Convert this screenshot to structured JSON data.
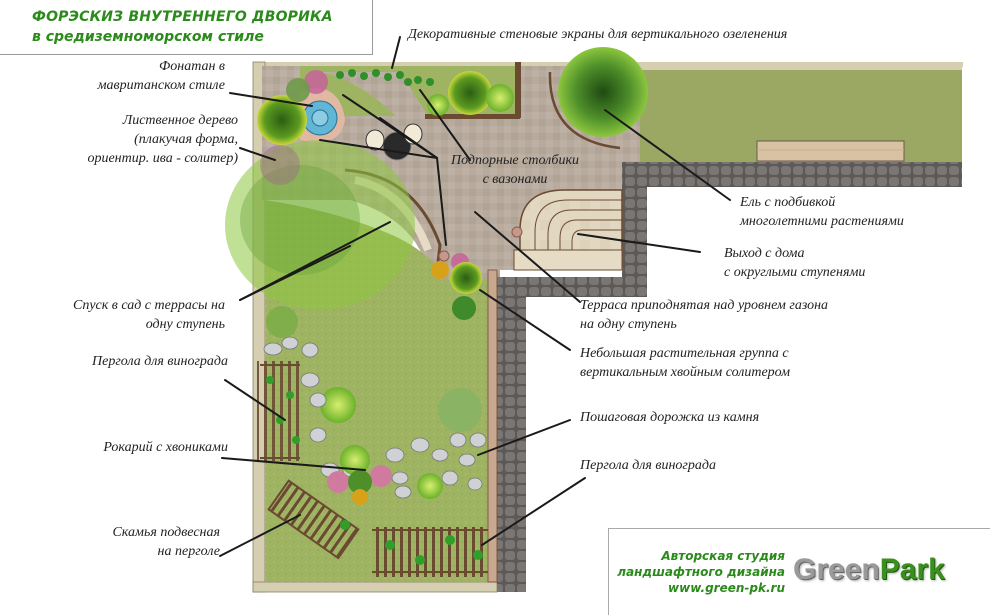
{
  "title": {
    "line1": "ФОРЭСКИЗ ВНУТРЕННЕГО ДВОРИКА",
    "line2": "в средиземноморском стиле"
  },
  "labels": {
    "wall_screens": "Декоративные стеновые экраны для вертикального озеленения",
    "fountain": [
      "Фонатан в",
      "мавританском стиле"
    ],
    "tree": [
      "Лиственное дерево",
      "(плакучая форма,",
      "ориентир. ива - солитер)"
    ],
    "pillars": [
      "Подпорные столбики",
      "с вазонами"
    ],
    "spruce": [
      "Ель с подбивкой",
      "многолетними растениями"
    ],
    "exit": [
      "Выход с дома",
      "с округлыми ступенями"
    ],
    "descent": [
      "Спуск в сад с террасы на",
      "одну ступень"
    ],
    "terrace": [
      "Терраса приподнятая над уровнем газона",
      "на одну ступень"
    ],
    "plant_group": [
      "Небольшая растительная группа с",
      "вертикальным хвойным солитером"
    ],
    "pergola_left": "Пергола для винограда",
    "stepping_path": "Пошаговая дорожка из камня",
    "rockery": "Рокарий с хвониками",
    "pergola_right": "Пергола для винограда",
    "bench": [
      "Скамья подвесная",
      "на перголе"
    ]
  },
  "logo": {
    "studio_line1": "Авторская студия",
    "studio_line2": "ландшафтного дизайна",
    "website": "www.green-pk.ru",
    "brand_grey": "Green",
    "brand_green": "Park"
  },
  "colors": {
    "title_green": "#2a8a1a",
    "lawn": "#9aab62",
    "paving": "#b9ada0",
    "cobble": "#6b6866",
    "border_stone": "#d6ceb0",
    "wood": "#6b4a32",
    "water": "#5fb6d6"
  }
}
